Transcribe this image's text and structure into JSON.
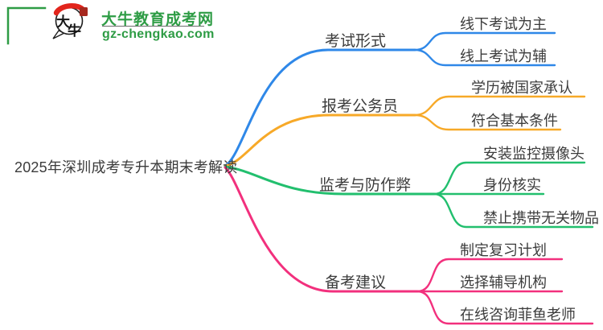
{
  "colors": {
    "blue": "#2f88e8",
    "orange": "#f7a928",
    "green": "#22bf6e",
    "pink": "#f2307d",
    "brand": "#2e9c45",
    "text": "#3c3c3c",
    "logo_red": "#e2251c",
    "seal_red": "#a6281e",
    "ink": "#1f1f1f"
  },
  "logo": {
    "title": "大牛教育成考网",
    "domain": "gz-chengkao.com",
    "icon_char_da": "大",
    "icon_char_niu": "牛"
  },
  "central_topic": "2025年深圳成考专升本期末考解读",
  "branches": [
    {
      "label": "考试形式",
      "color": "#2f88e8",
      "children": [
        "线下考试为主",
        "线上考试为辅"
      ]
    },
    {
      "label": "报考公务员",
      "color": "#f7a928",
      "children": [
        "学历被国家承认",
        "符合基本条件"
      ]
    },
    {
      "label": "监考与防作弊",
      "color": "#22bf6e",
      "children": [
        "安装监控摄像头",
        "身份核实",
        "禁止携带无关物品"
      ]
    },
    {
      "label": "备考建议",
      "color": "#f2307d",
      "children": [
        "制定复习计划",
        "选择辅导机构",
        "在线咨询菲鱼老师"
      ]
    }
  ]
}
